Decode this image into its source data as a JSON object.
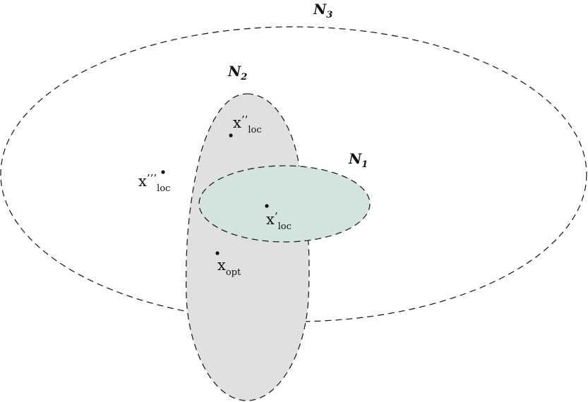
{
  "neighborhoods": [
    {
      "id": "N3",
      "base": "N",
      "sub": "3"
    },
    {
      "id": "N2",
      "base": "N",
      "sub": "2"
    },
    {
      "id": "N1",
      "base": "N",
      "sub": "1"
    }
  ],
  "points": [
    {
      "id": "x_loc_double_prime",
      "base": "x",
      "prime": "’’",
      "sub": "loc"
    },
    {
      "id": "x_loc_triple_prime",
      "base": "x",
      "prime": "’’’",
      "sub": "loc"
    },
    {
      "id": "x_loc_prime",
      "base": "x",
      "prime": "’",
      "sub": "loc"
    },
    {
      "id": "x_opt",
      "base": "x",
      "prime": "",
      "sub": "opt"
    }
  ],
  "colors": {
    "n2_fill": "#e0e0e0",
    "n1_fill": "#d3e3df",
    "outline": "#222222",
    "point": "#111111"
  }
}
